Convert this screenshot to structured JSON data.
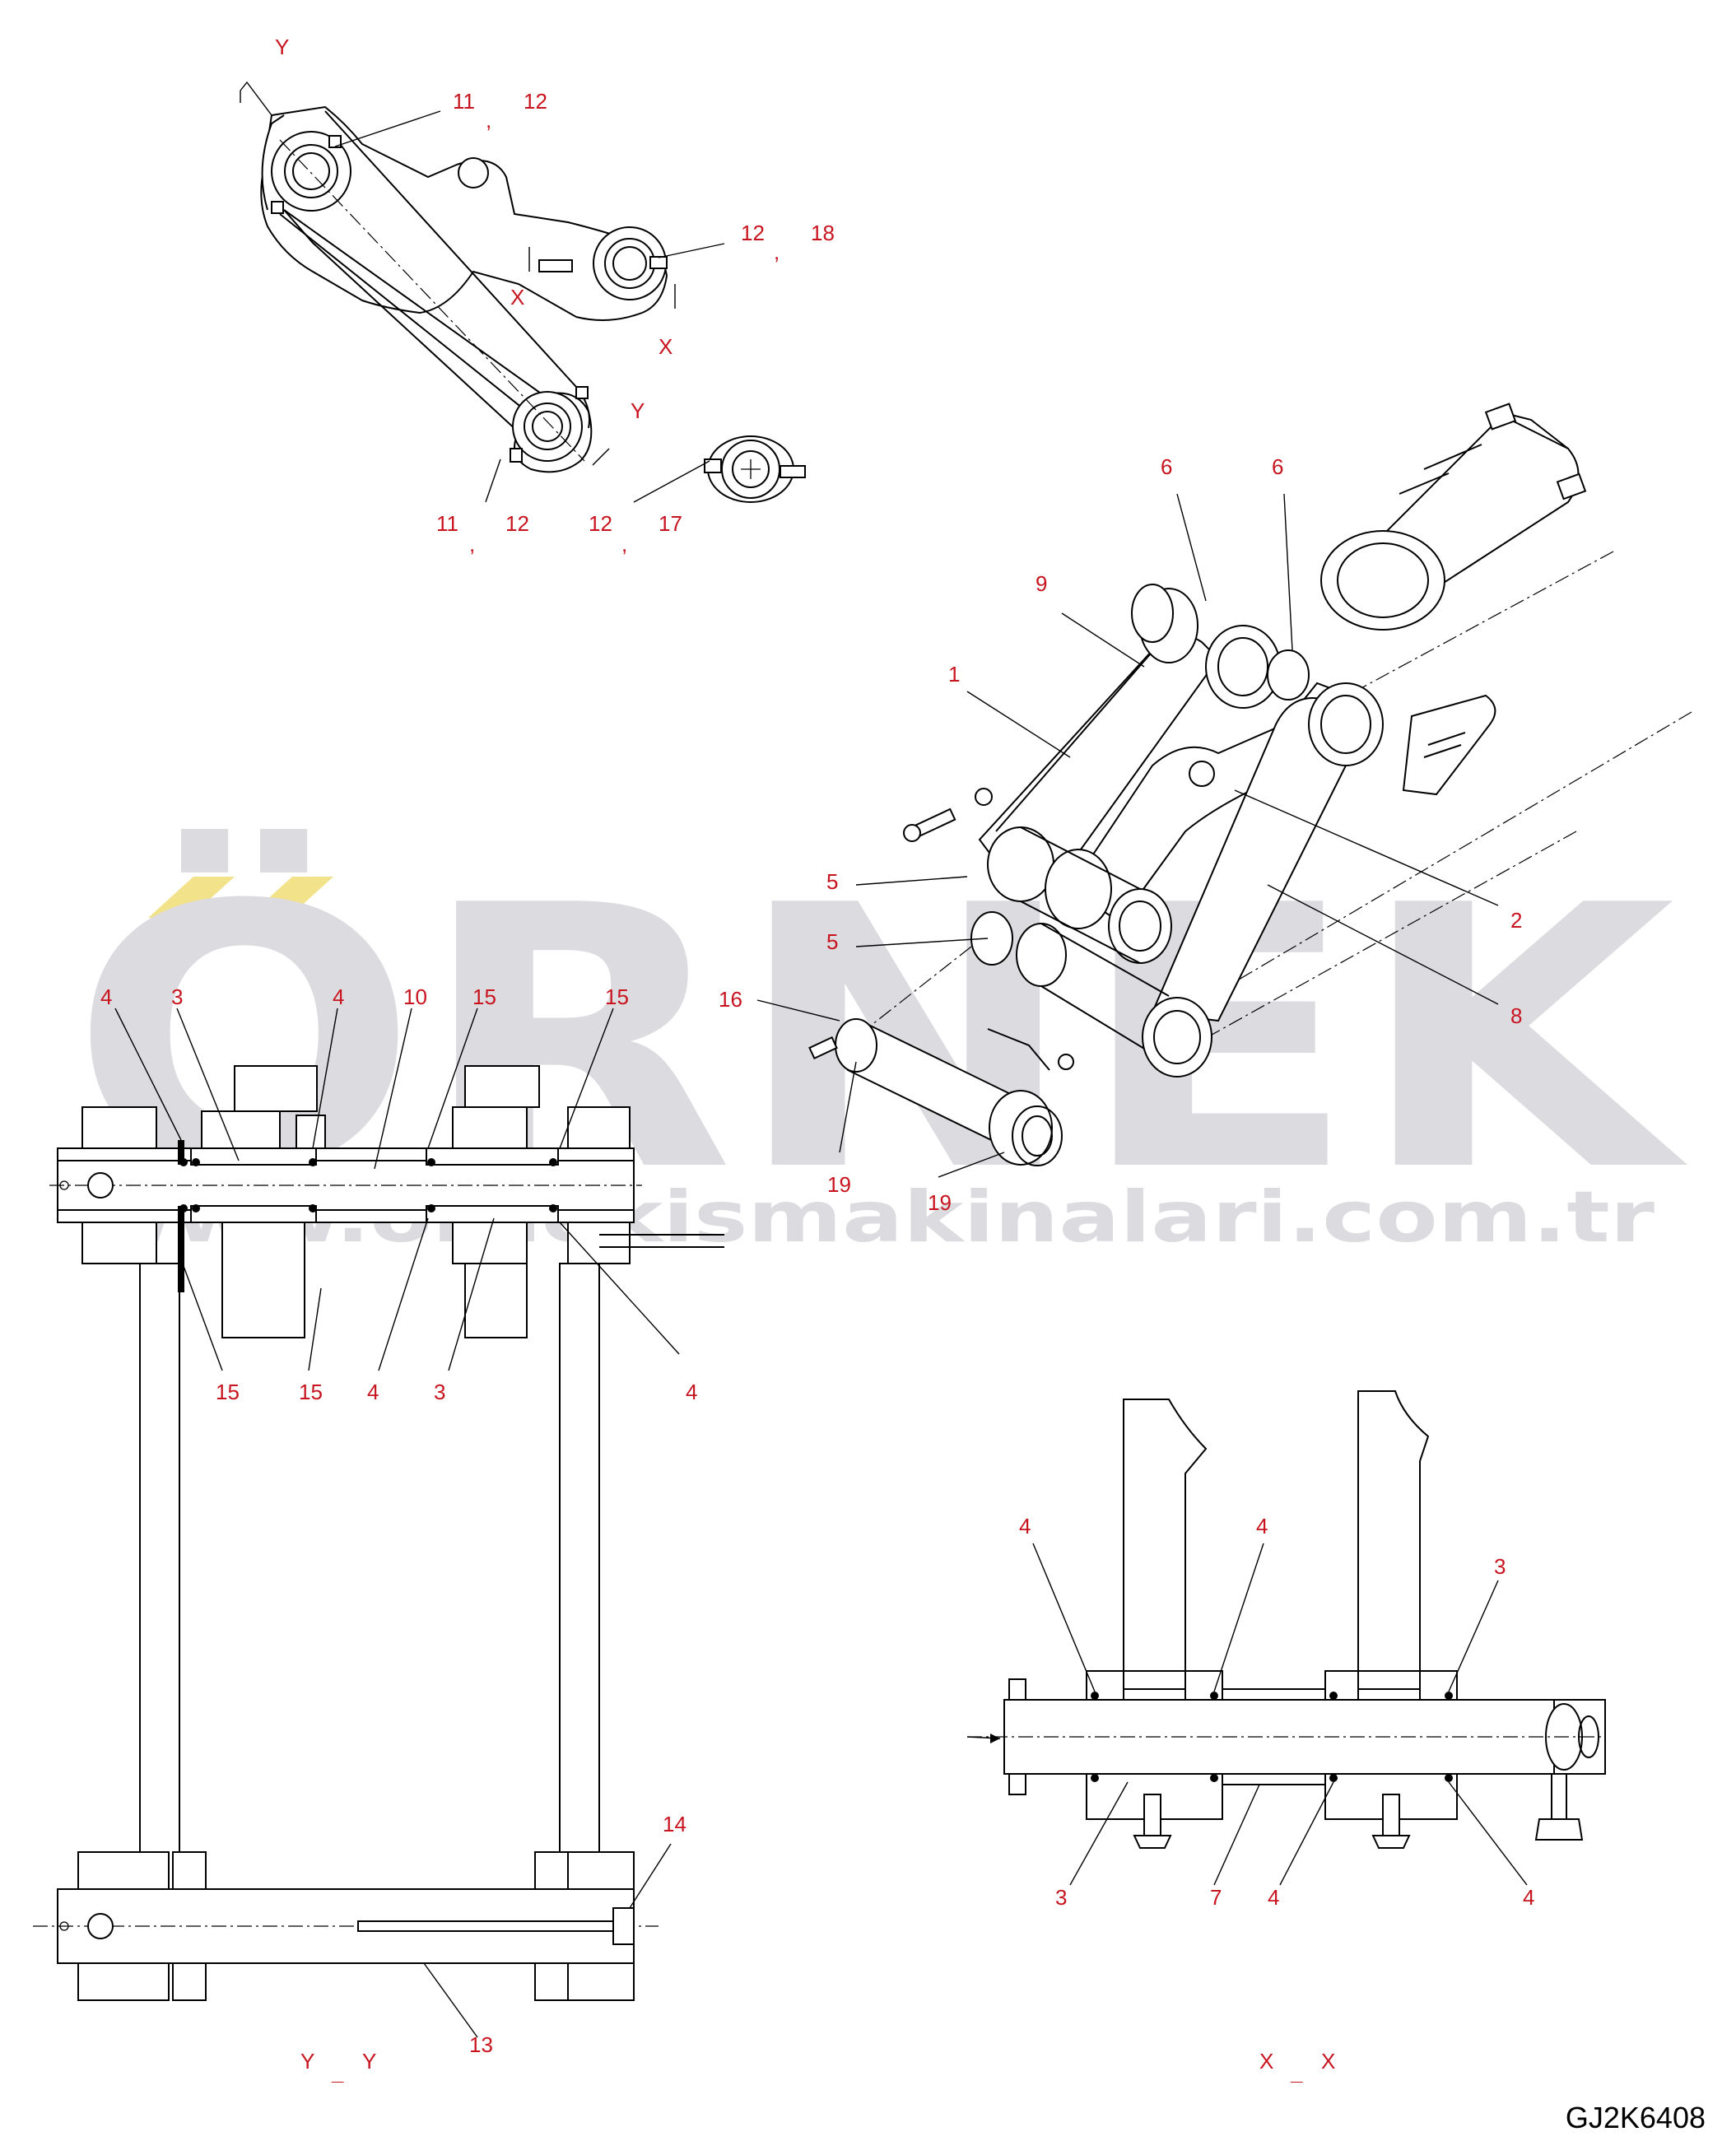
{
  "watermark": {
    "brand": "ÖRNEK",
    "url": "www.ornekismakinalari.com.tr",
    "accent_color": "#f2e28a",
    "gray_color": "#dcdbe0"
  },
  "drawing_code": "GJ2K6408",
  "label_color": "#c8141e",
  "views": {
    "top_left": {
      "labels": [
        "Y",
        "11",
        ",",
        "12",
        "12",
        ",",
        "18",
        "X",
        "X",
        "Y",
        "11",
        ",",
        "12",
        "12",
        ",",
        "17"
      ]
    },
    "iso": {
      "labels": [
        "6",
        "6",
        "9",
        "1",
        "5",
        "5",
        "2",
        "8",
        "16",
        "19",
        "19"
      ]
    },
    "yy": {
      "labels": [
        "4",
        "3",
        "4",
        "10",
        "15",
        "15",
        "15",
        "15",
        "4",
        "3",
        "4",
        "14",
        "13"
      ],
      "caption": [
        "Y",
        "_",
        "Y"
      ]
    },
    "xx": {
      "labels": [
        "4",
        "4",
        "3",
        "3",
        "7",
        "4",
        "4"
      ],
      "caption": [
        "X",
        "_",
        "X"
      ]
    }
  }
}
